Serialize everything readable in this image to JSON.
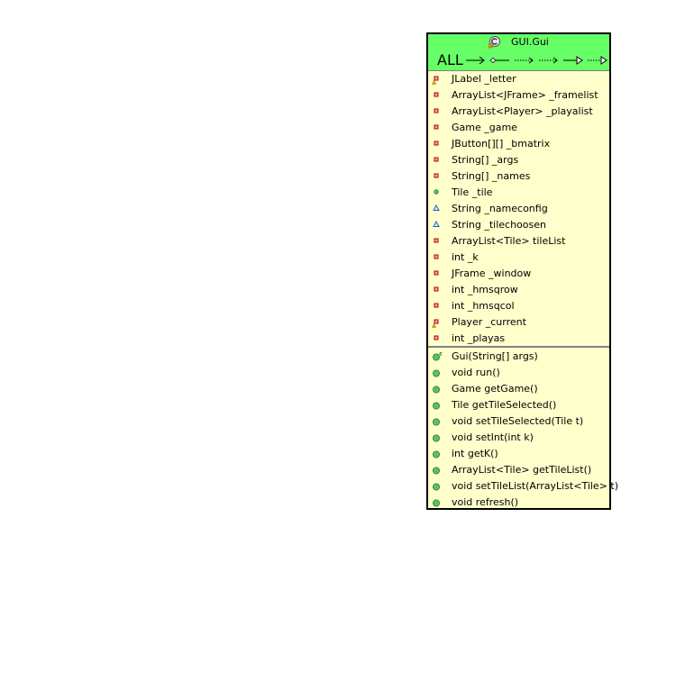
{
  "class_box": {
    "name": "GUI.Gui",
    "header_color": "#66ff66",
    "body_color": "#ffffcc",
    "class_icon": "class-c-icon",
    "filter": {
      "label": "ALL",
      "arrows": [
        "association-arrow-icon",
        "aggregation-arrow-icon",
        "dependency-arrow-icon",
        "dependency-arrow-icon",
        "generalization-arrow-icon",
        "realization-arrow-icon"
      ]
    },
    "attributes": [
      {
        "text": "JLabel _letter",
        "visibility": "private",
        "warning": true
      },
      {
        "text": "ArrayList<JFrame> _framelist",
        "visibility": "private",
        "warning": false
      },
      {
        "text": "ArrayList<Player> _playalist",
        "visibility": "private",
        "warning": false
      },
      {
        "text": "Game _game",
        "visibility": "private",
        "warning": false
      },
      {
        "text": "JButton[][] _bmatrix",
        "visibility": "private",
        "warning": false
      },
      {
        "text": "String[] _args",
        "visibility": "private",
        "warning": false
      },
      {
        "text": "String[] _names",
        "visibility": "private",
        "warning": false
      },
      {
        "text": "Tile _tile",
        "visibility": "public",
        "warning": false
      },
      {
        "text": "String _nameconfig",
        "visibility": "package",
        "warning": false
      },
      {
        "text": "String _tilechoosen",
        "visibility": "package",
        "warning": false
      },
      {
        "text": "ArrayList<Tile> tileList",
        "visibility": "private",
        "warning": false
      },
      {
        "text": "int _k",
        "visibility": "private",
        "warning": false
      },
      {
        "text": "JFrame _window",
        "visibility": "private",
        "warning": false
      },
      {
        "text": "int _hmsqrow",
        "visibility": "private",
        "warning": false
      },
      {
        "text": "int _hmsqcol",
        "visibility": "private",
        "warning": false
      },
      {
        "text": "Player _current",
        "visibility": "private",
        "warning": true
      },
      {
        "text": "int _playas",
        "visibility": "private",
        "warning": false
      }
    ],
    "methods": [
      {
        "text": "Gui(String[] args)",
        "visibility": "public",
        "constructor": true
      },
      {
        "text": "void run()",
        "visibility": "public",
        "constructor": false
      },
      {
        "text": "Game getGame()",
        "visibility": "public",
        "constructor": false
      },
      {
        "text": "Tile getTileSelected()",
        "visibility": "public",
        "constructor": false
      },
      {
        "text": "void setTileSelected(Tile t)",
        "visibility": "public",
        "constructor": false
      },
      {
        "text": "void setInt(int k)",
        "visibility": "public",
        "constructor": false
      },
      {
        "text": "int getK()",
        "visibility": "public",
        "constructor": false
      },
      {
        "text": "ArrayList<Tile> getTileList()",
        "visibility": "public",
        "constructor": false
      },
      {
        "text": "void setTileList(ArrayList<Tile> t)",
        "visibility": "public",
        "constructor": false
      },
      {
        "text": "void refresh()",
        "visibility": "public",
        "constructor": false
      }
    ]
  }
}
